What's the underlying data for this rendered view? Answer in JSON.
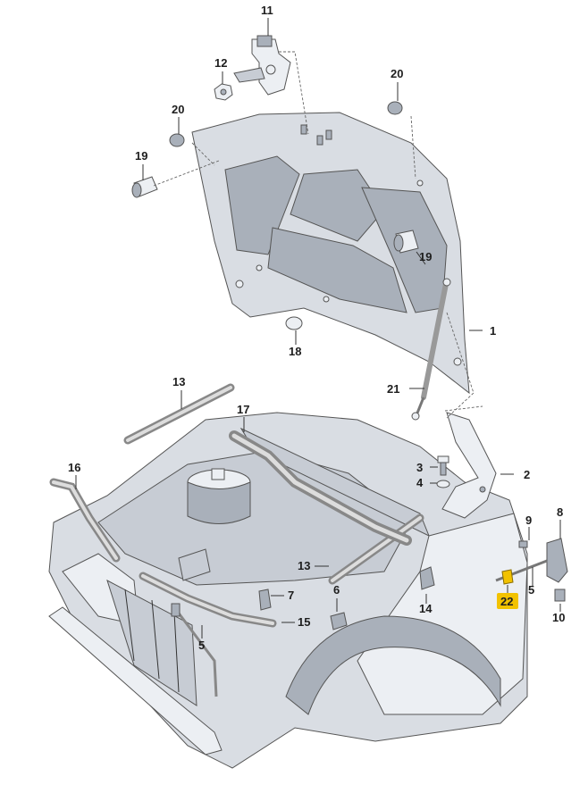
{
  "diagram": {
    "callouts": [
      {
        "id": "c1",
        "label": "1"
      },
      {
        "id": "c2",
        "label": "2"
      },
      {
        "id": "c3",
        "label": "3"
      },
      {
        "id": "c4",
        "label": "4"
      },
      {
        "id": "c5a",
        "label": "5"
      },
      {
        "id": "c5b",
        "label": "5"
      },
      {
        "id": "c6",
        "label": "6"
      },
      {
        "id": "c7",
        "label": "7"
      },
      {
        "id": "c8",
        "label": "8"
      },
      {
        "id": "c9",
        "label": "9"
      },
      {
        "id": "c10",
        "label": "10"
      },
      {
        "id": "c11",
        "label": "11"
      },
      {
        "id": "c12",
        "label": "12"
      },
      {
        "id": "c13a",
        "label": "13"
      },
      {
        "id": "c13b",
        "label": "13"
      },
      {
        "id": "c14",
        "label": "14"
      },
      {
        "id": "c15",
        "label": "15"
      },
      {
        "id": "c16",
        "label": "16"
      },
      {
        "id": "c17",
        "label": "17"
      },
      {
        "id": "c18",
        "label": "18"
      },
      {
        "id": "c19a",
        "label": "19"
      },
      {
        "id": "c19b",
        "label": "19"
      },
      {
        "id": "c20a",
        "label": "20"
      },
      {
        "id": "c20b",
        "label": "20"
      },
      {
        "id": "c21",
        "label": "21"
      },
      {
        "id": "c22",
        "label": "22",
        "highlight": true
      }
    ],
    "colors": {
      "part_fill": "#d9dde3",
      "part_shadow": "#a9b0ba",
      "highlight": "#f2c200",
      "label_text": "#1e1e1e"
    }
  }
}
